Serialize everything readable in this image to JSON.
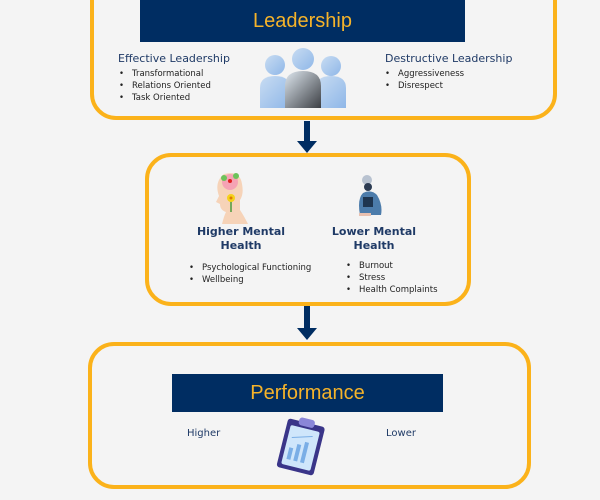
{
  "leadership": {
    "title": "Leadership",
    "effective": {
      "heading": "Effective Leadership",
      "items": [
        "Transformational",
        "Relations Oriented",
        "Task Oriented"
      ]
    },
    "destructive": {
      "heading": "Destructive Leadership",
      "items": [
        "Aggressiveness",
        "Disrespect"
      ]
    }
  },
  "mental_health": {
    "higher": {
      "line1": "Higher Mental",
      "line2": "Health",
      "items": [
        "Psychological Functioning",
        "Wellbeing"
      ]
    },
    "lower": {
      "line1": "Lower Mental",
      "line2": "Health",
      "items": [
        "Burnout",
        "Stress",
        "Health Complaints"
      ]
    }
  },
  "performance": {
    "title": "Performance",
    "higher": "Higher",
    "lower": "Lower"
  },
  "colors": {
    "accent": "#fbb21a",
    "navy": "#002d62"
  }
}
